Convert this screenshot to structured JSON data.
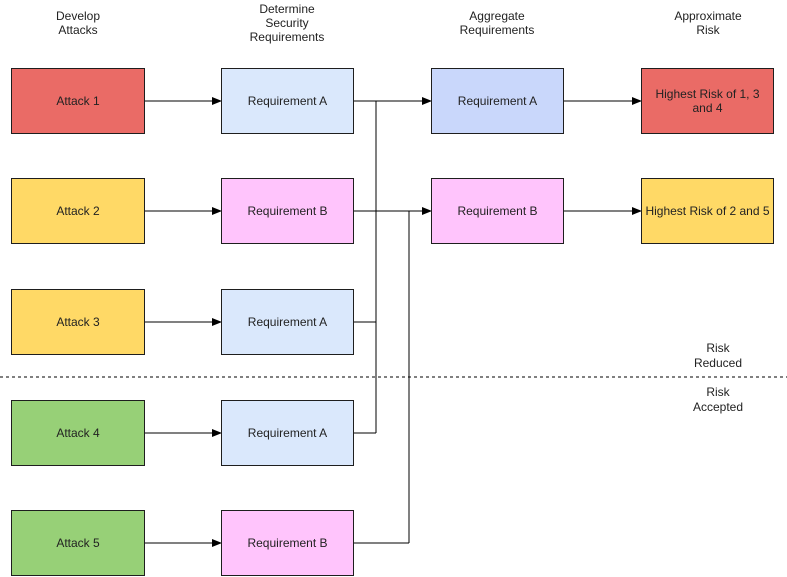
{
  "headers": {
    "col1": "Develop\nAttacks",
    "col2": "Determine\nSecurity\nRequirements",
    "col3": "Aggregate\nRequirements",
    "col4": "Approximate\nRisk"
  },
  "attacks": [
    {
      "label": "Attack 1",
      "color": "#EA6B66"
    },
    {
      "label": "Attack 2",
      "color": "#FFD966"
    },
    {
      "label": "Attack 3",
      "color": "#FFD966"
    },
    {
      "label": "Attack 4",
      "color": "#97D077"
    },
    {
      "label": "Attack 5",
      "color": "#97D077"
    }
  ],
  "requirements": [
    {
      "label": "Requirement A",
      "color": "#DAE8FC"
    },
    {
      "label": "Requirement B",
      "color": "#FFC4FC"
    },
    {
      "label": "Requirement A",
      "color": "#DAE8FC"
    },
    {
      "label": "Requirement A",
      "color": "#DAE8FC"
    },
    {
      "label": "Requirement B",
      "color": "#FFC4FC"
    }
  ],
  "aggregate": [
    {
      "label": "Requirement A",
      "color": "#C9D7FB"
    },
    {
      "label": "Requirement B",
      "color": "#FFC4FC"
    }
  ],
  "risks": [
    {
      "label": "Highest Risk of 1, 3 and 4",
      "color": "#EA6B66"
    },
    {
      "label": "Highest Risk of 2 and 5",
      "color": "#FFD966"
    }
  ],
  "threshold": {
    "above": "Risk\nReduced",
    "below": "Risk\nAccepted"
  }
}
